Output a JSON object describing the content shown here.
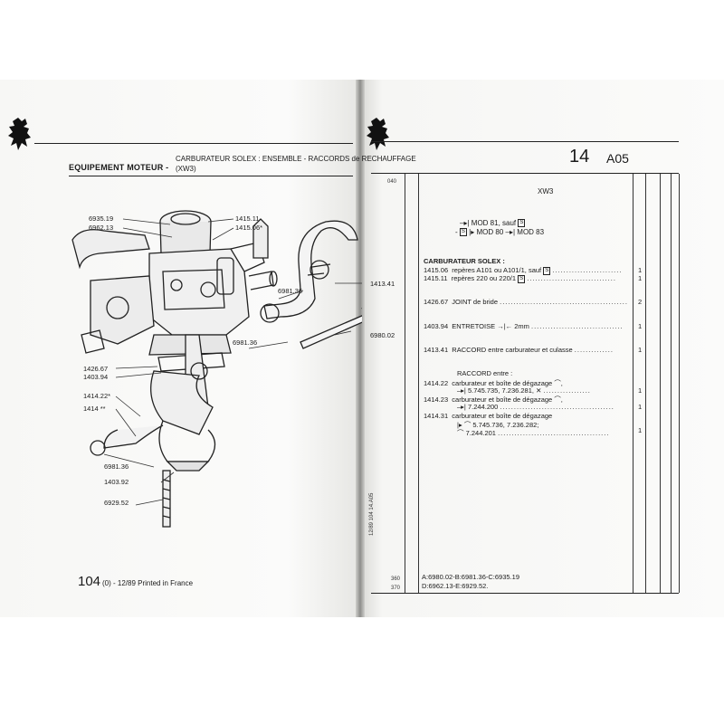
{
  "left_page": {
    "section": "EQUIPEMENT MOTEUR -",
    "title_line1": "CARBURATEUR SOLEX : ENSEMBLE - RACCORDS de RECHAUFFAGE",
    "title_line2": "(XW3)",
    "callouts": {
      "c1": "6935.19",
      "c2": "6962.13",
      "c3": "1415.11",
      "c4": "1415.06*",
      "c5": "6981.36",
      "c6": "1413.41",
      "c7": "6980.02",
      "c8": "6981.36",
      "c9": "1426.67",
      "c10": "1403.94",
      "c11": "1414.22*",
      "c12": "1414 **",
      "c13": "6981.36",
      "c14": "1403.92",
      "c15": "6929.52"
    },
    "footer_page": "104",
    "footer_text": "(0) - 12/89 Printed in France"
  },
  "right_page": {
    "section_number": "14",
    "section_code": "A05",
    "margin_top": "040",
    "margin_bottom_1": "360",
    "margin_bottom_2": "370",
    "vertical_ref": "12/89 104 14.A05",
    "header": "XW3",
    "mod_line1": "MOD 81, sauf",
    "mod_line2_a": "MOD 80",
    "mod_line2_b": "MOD 83",
    "box_s": "S",
    "items": [
      {
        "code": "",
        "desc": "CARBURATEUR SOLEX :",
        "qty": ""
      },
      {
        "code": "1415.06",
        "desc": "repères A101 ou A101/1, sauf",
        "qty": "1"
      },
      {
        "code": "1415.11",
        "desc": "repères 220 ou 220/1",
        "qty": "1"
      },
      {
        "code": "1426.67",
        "desc": "JOINT de bride",
        "qty": "2"
      },
      {
        "code": "1403.94",
        "desc": "ENTRETOISE",
        "qty": "1"
      },
      {
        "code": "1413.41",
        "desc": "RACCORD entre carburateur et culasse",
        "qty": "1"
      },
      {
        "code": "",
        "desc": "RACCORD entre :",
        "qty": ""
      },
      {
        "code": "1414.22",
        "desc": "carburateur et boîte de dégazage",
        "qty": ""
      },
      {
        "code": "",
        "desc": "5.745.735, 7.236.281,",
        "qty": "1"
      },
      {
        "code": "1414.23",
        "desc": "carburateur et boîte de dégazage",
        "qty": ""
      },
      {
        "code": "",
        "desc": "7.244.200",
        "qty": "1"
      },
      {
        "code": "1414.31",
        "desc": "carburateur et boîte de dégazage",
        "qty": ""
      },
      {
        "code": "",
        "desc": "5.745.736, 7.236.282;",
        "qty": ""
      },
      {
        "code": "",
        "desc": "7.244.201",
        "qty": "1"
      }
    ],
    "entretoise_extra": "2mm",
    "footer_line1": "A:6980.02-B:6981.36-C:6935.19",
    "footer_line2": "D:6962.13-E:6929.52."
  }
}
